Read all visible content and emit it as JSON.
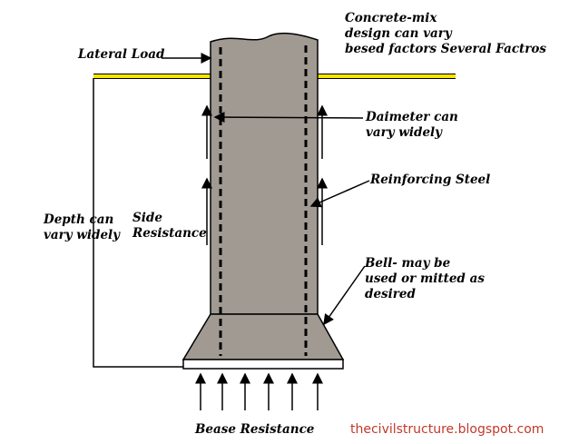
{
  "labels": {
    "lateral_load": "Lateral Load",
    "concrete_mix": "Concrete-mix\ndesign can vary\nbesed factors  Several Factros",
    "diameter": "Daimeter can\nvary widely",
    "reinforcing_steel": "Reinforcing Steel",
    "depth": "Depth can\nvary widely",
    "side_resistance": "Side\nResistance",
    "bell": "Bell- may be\nused or mitted as\ndesired",
    "base_resistance": "Bease Resistance"
  },
  "credit": "thecivilstructure.blogspot.com",
  "colors": {
    "concrete": "#a09a92",
    "ground_line": "#f5e400",
    "outline": "#000000",
    "credit_text": "#c0392b"
  }
}
